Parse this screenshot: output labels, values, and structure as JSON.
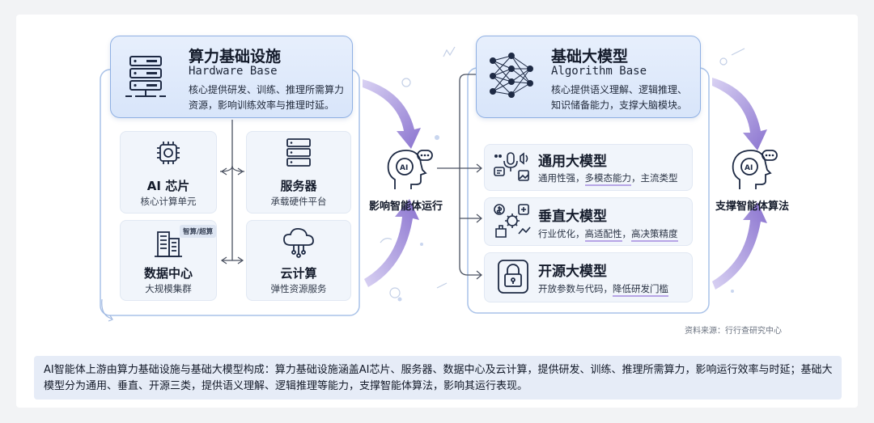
{
  "hardware": {
    "title": "算力基础设施",
    "subtitle": "Hardware Base",
    "desc_line1": "核心提供研发、训练、推理所需算力",
    "desc_line2": "资源，影响训练效率与推理时延。",
    "items": [
      {
        "title": "AI 芯片",
        "sub": "核心计算单元",
        "icon": "ai-chip-icon"
      },
      {
        "title": "服务器",
        "sub": "承载硬件平台",
        "icon": "server-icon"
      },
      {
        "title": "数据中心",
        "sub": "大规模集群",
        "icon": "data-center-icon",
        "badge": "智算/超算"
      },
      {
        "title": "云计算",
        "sub": "弹性资源服务",
        "icon": "cloud-icon"
      }
    ]
  },
  "center": {
    "label": "影响智能体运行",
    "icon": "ai-head-icon"
  },
  "algorithm": {
    "title": "基础大模型",
    "subtitle": "Algorithm Base",
    "desc_line1": "核心提供语义理解、逻辑推理、",
    "desc_line2": "知识储备能力，支撑大脑模块。",
    "items": [
      {
        "title": "通用大模型",
        "desc_a": "通用性强，",
        "desc_hl": "多模态能力",
        "desc_b": "，主流类型",
        "icon": "multimodal-icon"
      },
      {
        "title": "垂直大模型",
        "desc_a": "行业优化，",
        "desc_hl": "高适配性",
        "desc_b": "，",
        "desc_hl2": "高决策精度",
        "icon": "industry-icon"
      },
      {
        "title": "开源大模型",
        "desc_a": "开放参数与代码，",
        "desc_hl": "降低研发门槛",
        "desc_b": "",
        "icon": "lock-icon"
      }
    ]
  },
  "right": {
    "label": "支撑智能体算法",
    "icon": "ai-head-icon"
  },
  "source": "资料来源：行行查研究中心",
  "caption": "AI智能体上游由算力基础设施与基础大模型构成：算力基础设施涵盖AI芯片、服务器、数据中心及云计算，提供研发、训练、推理所需算力，影响运行效率与时延；基础大模型分为通用、垂直、开源三类，提供语义理解、逻辑推理等能力，支撑智能体算法，影响其运行表现。",
  "colors": {
    "panel_border": "#a9c2e8",
    "head_fill": "#dde8fb",
    "arrow_purple": "#9a86d6",
    "box_fill": "#f1f5fb"
  }
}
